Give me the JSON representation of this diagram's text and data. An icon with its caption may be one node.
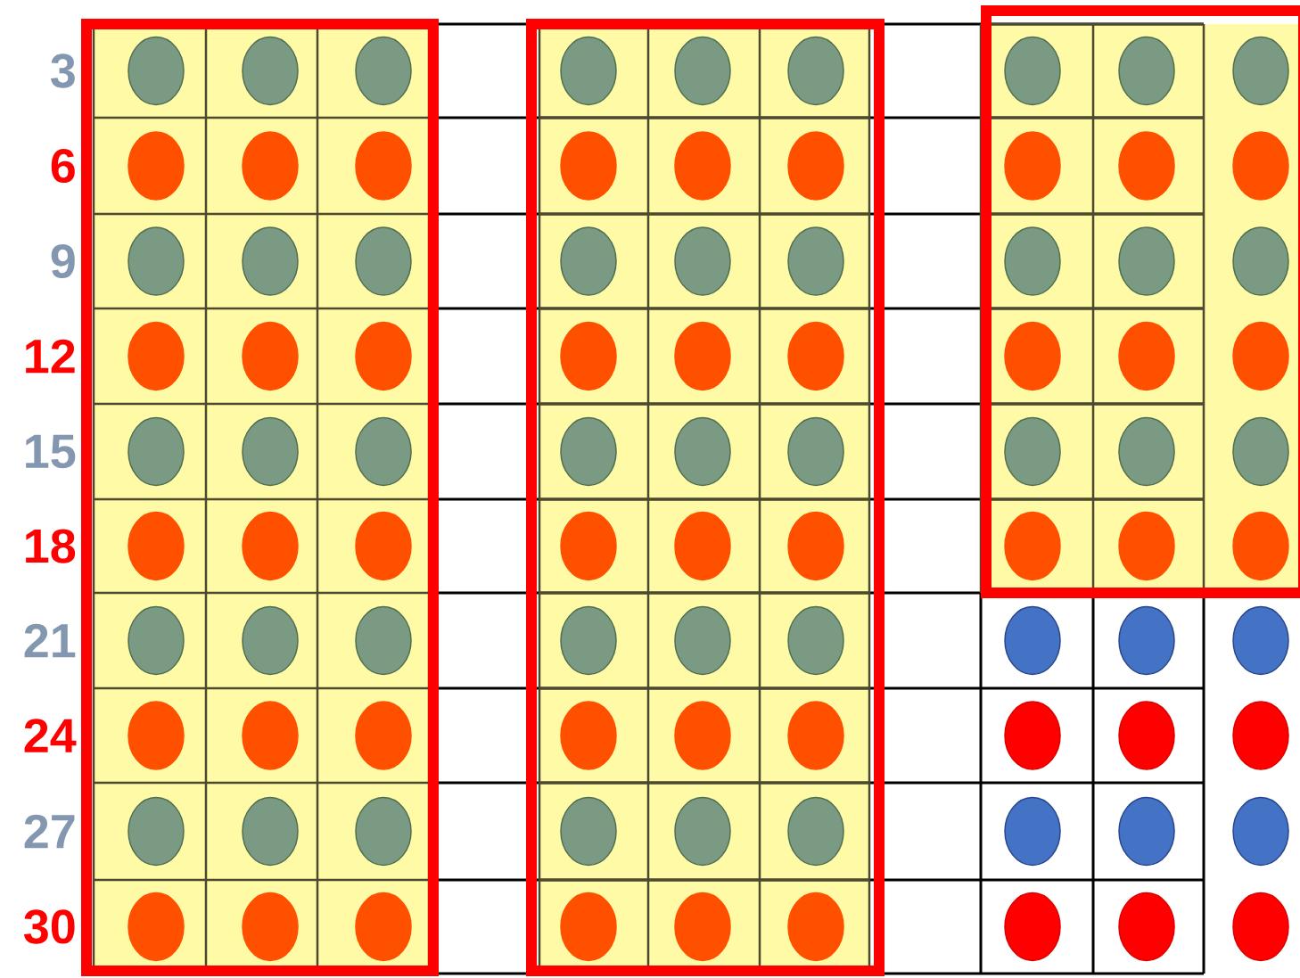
{
  "diagram": {
    "labels": [
      "3",
      "6",
      "9",
      "12",
      "15",
      "18",
      "21",
      "24",
      "27",
      "30"
    ]
  }
}
